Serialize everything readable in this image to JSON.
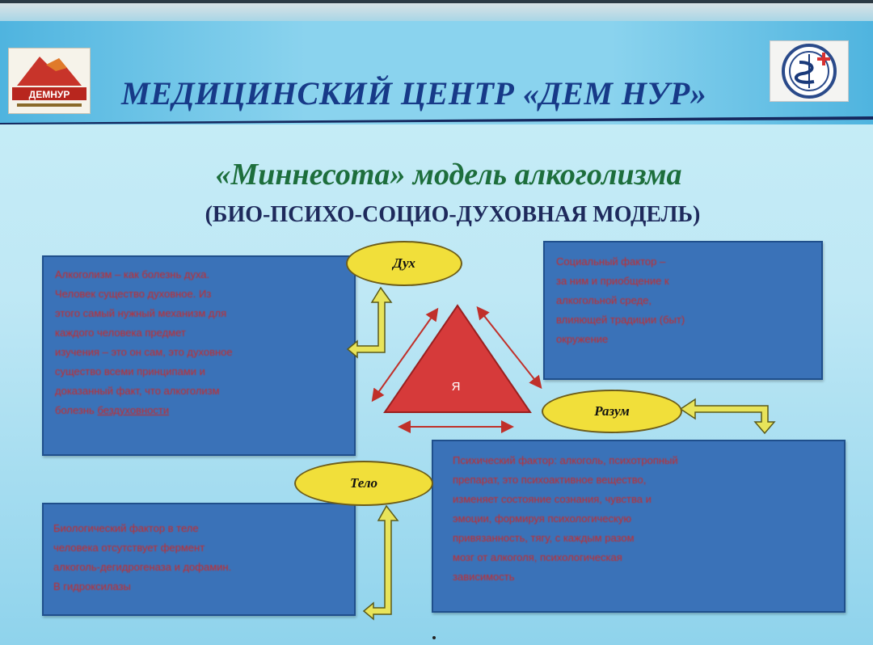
{
  "header": {
    "title": "МЕДИЦИНСКИЙ ЦЕНТР «ДЕМ НУР»",
    "logo_left_text": "ДЕМНУР"
  },
  "poster": {
    "title": "«Миннесота» модель алкоголизма",
    "subtitle": "(БИО-ПСИХО-СОЦИО-ДУХОВНАЯ МОДЕЛЬ)"
  },
  "diagram": {
    "center_label": "Я",
    "nodes": {
      "spirit": "Дух",
      "mind": "Разум",
      "body": "Тело"
    },
    "colors": {
      "triangle": "#d63a3a",
      "oval": "#f1df3a",
      "arrow": "#e8e45a",
      "panel": "#3a72b8",
      "panel_text": "#c82a2a"
    }
  },
  "panels": {
    "spirit_lines": [
      "Алкоголизм – как болезнь духа.",
      "Человек существо духовное. Из",
      "этого самый нужный механизм для",
      "каждого человека предмет",
      "изучения – это он сам, это духовное",
      "существо всеми принципами и",
      "доказанный факт, что алкоголизм",
      "болезнь"
    ],
    "spirit_underlined": "бездуховности",
    "social_lines": [
      "Социальный фактор –",
      "за ним и приобщение к",
      "алкогольной среде,",
      "влияющей традиции (быт)",
      "окружение"
    ],
    "body_lines": [
      "Биологический фактор в теле",
      "человека отсутствует фермент",
      "алкоголь-дегидрогеназа и дофамин.",
      "В гидроксилазы"
    ],
    "mind_lines": [
      "Психический фактор: алкоголь, психотропный",
      "препарат, это психоактивное вещество,",
      "изменяет состояние сознания, чувства и",
      "эмоции, формируя психологическую",
      "привязанность, тягу, с каждым разом",
      "мозг от алкоголя, психологическая",
      "зависимость"
    ]
  }
}
